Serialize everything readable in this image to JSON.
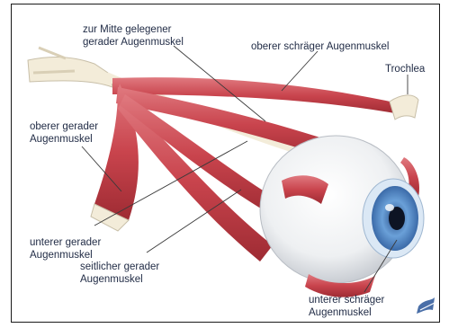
{
  "labels": {
    "medial_rectus": "zur Mitte gelegener\ngerader Augenmuskel",
    "superior_oblique": "oberer schräger Augenmuskel",
    "trochlea": "Trochlea",
    "superior_rectus": "oberer gerader\nAugenmuskel",
    "inferior_rectus": "unterer gerader\nAugenmuskel",
    "lateral_rectus": "seitlicher gerader\nAugenmuskel",
    "inferior_oblique": "unterer schräger\nAugenmuskel"
  },
  "colors": {
    "muscle": "#c9444d",
    "muscle_dark": "#9e2b33",
    "muscle_light": "#e07a80",
    "tendon": "#f3ecd9",
    "sclera": "#f2f4f5",
    "iris": "#5b8fc9",
    "pupil": "#0d1424",
    "leader_line": "#3a3a3a"
  }
}
